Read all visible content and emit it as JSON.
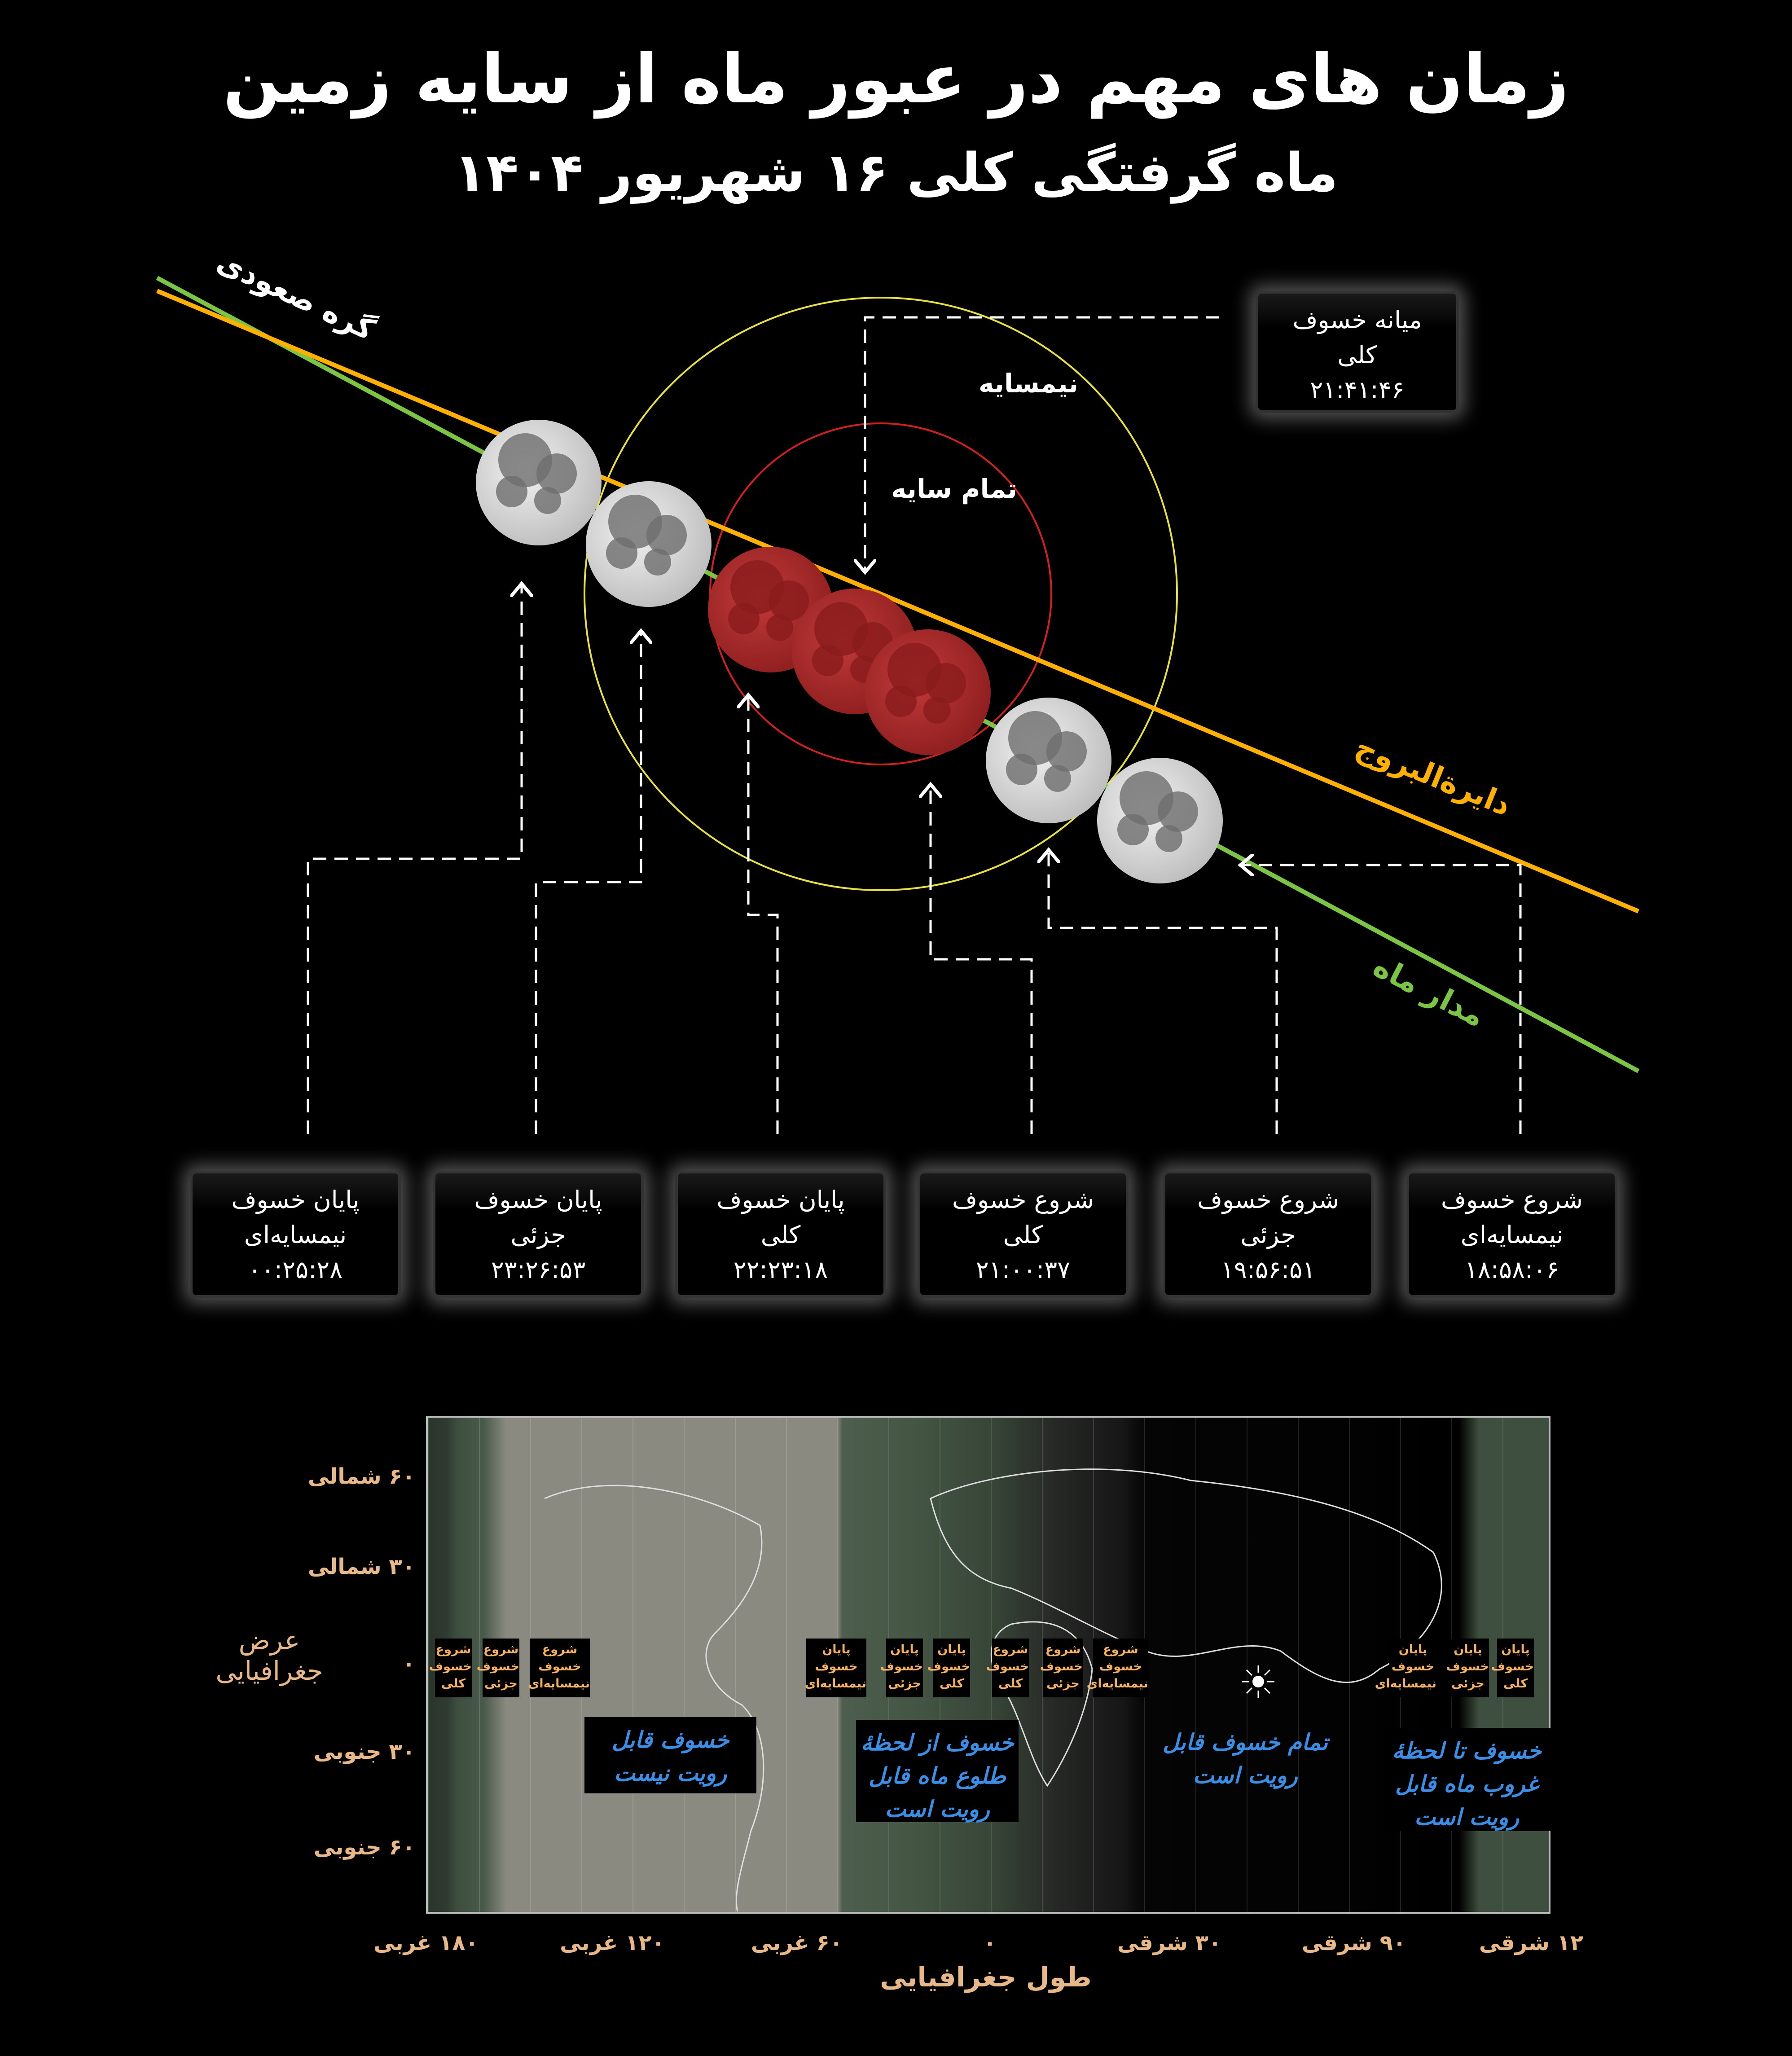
{
  "header": {
    "title": "زمان های مهم در عبور ماه از سایه زمین",
    "subtitle": "ماه گرفتگی کلی ۱۶ شهریور ۱۴۰۴"
  },
  "diagram": {
    "ascending_node": "گره صعودی",
    "ecliptic": "دایرة‌البروج",
    "moon_orbit": "مدار ماه",
    "penumbra": "نیمسایه",
    "umbra": "تمام سایه",
    "colors": {
      "ecliptic": "#ffb000",
      "orbit": "#7cc444",
      "penumbra": "#e8e040",
      "umbra": "#d02020",
      "red_moon": "#b02a2a"
    },
    "mid_eclipse": {
      "line1": "میانه خسوف",
      "line2": "کلی",
      "time": "۲۱:۴۱:۴۶"
    },
    "events": [
      {
        "line1": "پایان خسوف",
        "line2": "نیمسایه‌ای",
        "time": "۰۰:۲۵:۲۸"
      },
      {
        "line1": "پایان خسوف",
        "line2": "جزئی",
        "time": "۲۳:۲۶:۵۳"
      },
      {
        "line1": "پایان خسوف",
        "line2": "کلی",
        "time": "۲۲:۲۳:۱۸"
      },
      {
        "line1": "شروع خسوف",
        "line2": "کلی",
        "time": "۲۱:۰۰:۳۷"
      },
      {
        "line1": "شروع خسوف",
        "line2": "جزئی",
        "time": "۱۹:۵۶:۵۱"
      },
      {
        "line1": "شروع خسوف",
        "line2": "نیمسایه‌ای",
        "time": "۱۸:۵۸:۰۶"
      }
    ]
  },
  "map": {
    "y_title": [
      "عرض",
      "جغرافیایی"
    ],
    "y_labels": [
      "۶۰ شمالی",
      "۳۰ شمالی",
      "۰",
      "۳۰ جنوبی",
      "۶۰ جنوبی"
    ],
    "x_title": "طول جغرافیایی",
    "x_labels": [
      "۱۸۰ غربی",
      "۱۲۰ غربی",
      "۶۰ غربی",
      "۰",
      "۳۰ شرقی",
      "۹۰ شرقی",
      "۱۲ شرقی"
    ],
    "mini_labels": [
      [
        "شروع",
        "خسوف",
        "کلی"
      ],
      [
        "شروع",
        "خسوف",
        "جزئی"
      ],
      [
        "شروع",
        "خسوف",
        "نیمسایه‌ای"
      ],
      [
        "پایان",
        "خسوف",
        "نیمسایه‌ای"
      ],
      [
        "پایان",
        "خسوف",
        "جزئی"
      ],
      [
        "پایان",
        "خسوف",
        "کلی"
      ],
      [
        "شروع",
        "خسوف",
        "کلی"
      ],
      [
        "شروع",
        "خسوف",
        "جزئی"
      ],
      [
        "شروع",
        "خسوف",
        "نیمسایه‌ای"
      ],
      [
        "پایان",
        "خسوف",
        "نیمسایه‌ای"
      ],
      [
        "پایان",
        "خسوف",
        "جزئی"
      ],
      [
        "پایان",
        "خسوف",
        "کلی"
      ]
    ],
    "regions": [
      {
        "lines": [
          "خسوف قابل",
          "رویت نیست"
        ]
      },
      {
        "lines": [
          "خسوف از لحظهٔ",
          "طلوع ماه قابل",
          "رویت است"
        ]
      },
      {
        "lines": [
          "تمام خسوف قابل",
          "رویت است"
        ]
      },
      {
        "lines": [
          "خسوف تا لحظهٔ",
          "غروب ماه قابل",
          "رویت است"
        ]
      }
    ]
  }
}
